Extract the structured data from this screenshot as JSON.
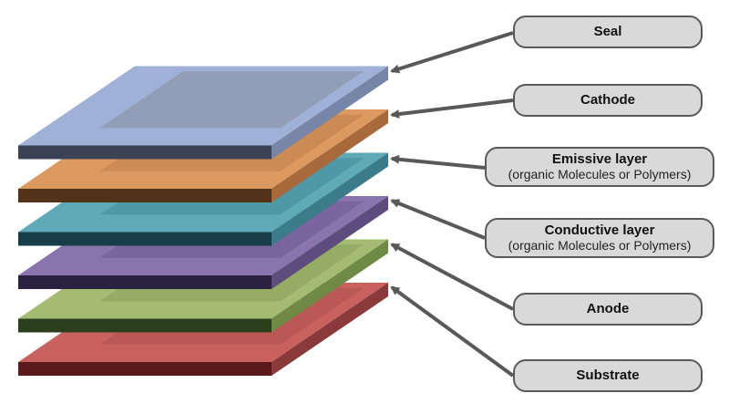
{
  "diagram": {
    "layers": [
      {
        "id": "substrate",
        "name": "Substrate",
        "subtitle": "",
        "top": "#c9625f",
        "front": "#5a1a1c",
        "side": "#8a3a3a",
        "window": "#b45552"
      },
      {
        "id": "anode",
        "name": "Anode",
        "subtitle": "",
        "top": "#a3bc72",
        "front": "#2c3f1c",
        "side": "#6f8a45",
        "window": "#8fa760"
      },
      {
        "id": "conductive",
        "name": "Conductive layer",
        "subtitle": "(organic Molecules or Polymers)",
        "top": "#8a74ad",
        "front": "#2a2240",
        "side": "#5d4c7e",
        "window": "#74609a"
      },
      {
        "id": "emissive",
        "name": "Emissive layer",
        "subtitle": "(organic Molecules or Polymers)",
        "top": "#5faab9",
        "front": "#163d48",
        "side": "#3a7c8a",
        "window": "#4892a3"
      },
      {
        "id": "cathode",
        "name": "Cathode",
        "subtitle": "",
        "top": "#dd9a60",
        "front": "#53321a",
        "side": "#a86a3a",
        "window": "#c58650"
      },
      {
        "id": "seal",
        "name": "Seal",
        "subtitle": "",
        "top": "#9fb1d6",
        "front": "#3b4254",
        "side": "#7786a8",
        "window": "#8d97ad"
      }
    ],
    "colors": {
      "arrow": "#595959",
      "box_fill": "#d9d9d9",
      "box_border": "#595959"
    }
  }
}
